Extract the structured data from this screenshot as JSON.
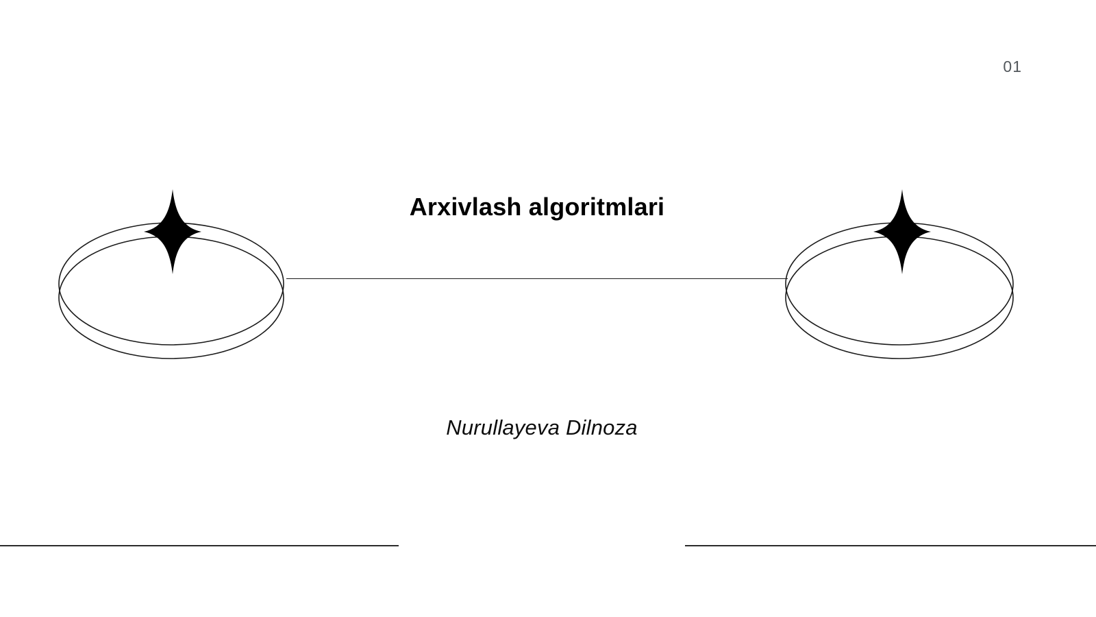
{
  "slide": {
    "page_number": "01",
    "title": "Arxivlash algoritmlari",
    "author": "Nurullayeva Dilnoza",
    "background_color": "#ffffff",
    "title_color": "#000000",
    "author_color": "#0d0d0d",
    "page_number_color": "#53585c",
    "line_color": "#1a1a1a",
    "rule_color": "#2b2b2b"
  },
  "decorations": {
    "ornament_left": {
      "name": "ellipse-ring-with-sparkle",
      "ellipse_count": 2,
      "star_points": 4,
      "star_color": "#000000"
    },
    "ornament_right": {
      "name": "ellipse-ring-with-sparkle",
      "ellipse_count": 2,
      "star_points": 4,
      "star_color": "#000000"
    },
    "connector": {
      "name": "horizontal-connector-line",
      "orientation": "horizontal"
    },
    "footer_rules": [
      {
        "name": "footer-rule-left"
      },
      {
        "name": "footer-rule-right"
      }
    ]
  }
}
